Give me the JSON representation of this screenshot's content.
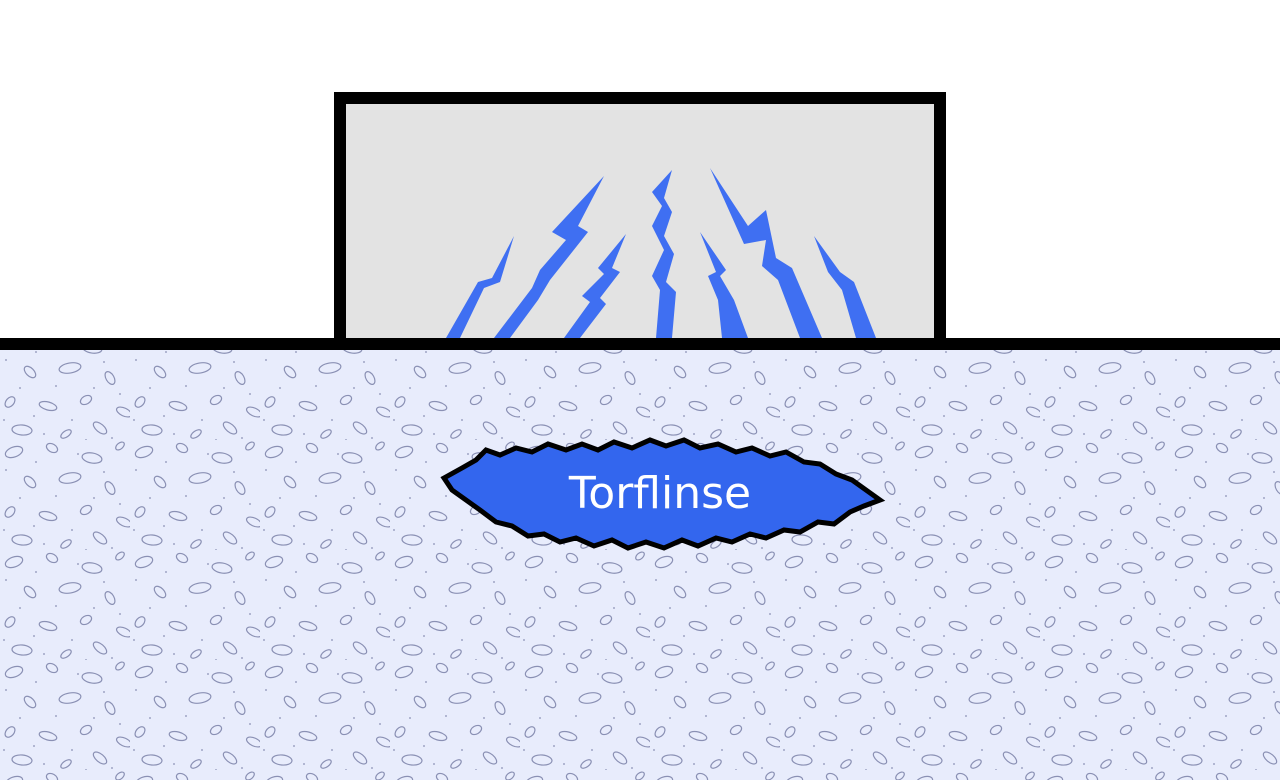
{
  "diagram": {
    "lens_label": "Torflinse"
  },
  "colors": {
    "background": "#ffffff",
    "building_fill": "#e3e3e3",
    "outline": "#000000",
    "soil_fill": "#e8ecfc",
    "soil_pattern": "#8a90b4",
    "crack": "#3f6ff2",
    "lens_fill": "#3366ee"
  },
  "icons": {
    "building": "building-block",
    "cracks": "lightning-crack-icon",
    "lens": "peat-lens"
  }
}
